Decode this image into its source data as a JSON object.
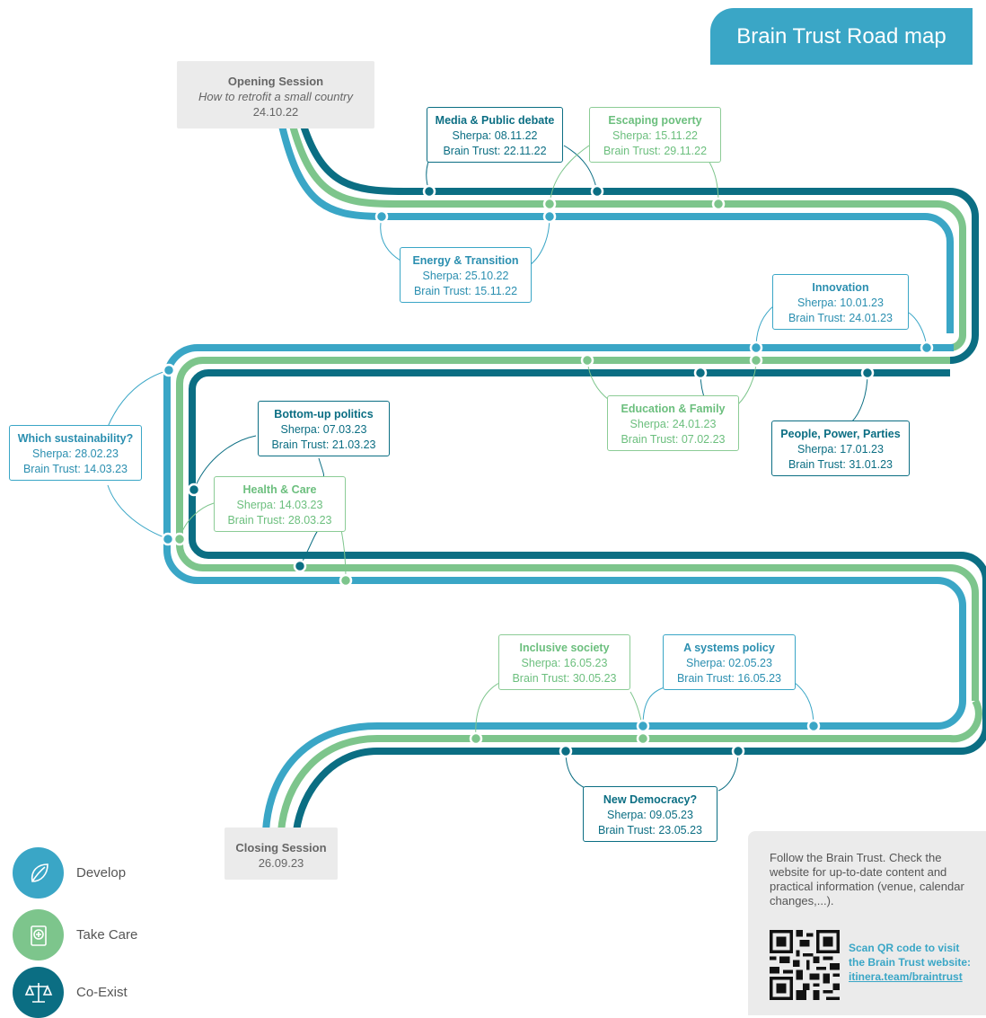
{
  "title": "Brain Trust Road map",
  "opening": {
    "title": "Opening Session",
    "subtitle": "How to retrofit a small country",
    "date": "24.10.22"
  },
  "closing": {
    "title": "Closing Session",
    "date": "26.09.23"
  },
  "sessions": {
    "media": {
      "title": "Media & Public debate",
      "sherpa": "Sherpa: 08.11.22",
      "brain": "Brain Trust: 22.11.22"
    },
    "poverty": {
      "title": "Escaping poverty",
      "sherpa": "Sherpa: 15.11.22",
      "brain": "Brain Trust: 29.11.22"
    },
    "energy": {
      "title": "Energy & Transition",
      "sherpa": "Sherpa: 25.10.22",
      "brain": "Brain Trust: 15.11.22"
    },
    "innovation": {
      "title": "Innovation",
      "sherpa": "Sherpa: 10.01.23",
      "brain": "Brain Trust: 24.01.23"
    },
    "education": {
      "title": "Education & Family",
      "sherpa": "Sherpa: 24.01.23",
      "brain": "Brain Trust: 07.02.23"
    },
    "people": {
      "title": "People, Power, Parties",
      "sherpa": "Sherpa: 17.01.23",
      "brain": "Brain Trust: 31.01.23"
    },
    "sustainability": {
      "title": "Which sustainability?",
      "sherpa": "Sherpa: 28.02.23",
      "brain": "Brain Trust: 14.03.23"
    },
    "bottomup": {
      "title": "Bottom-up politics",
      "sherpa": "Sherpa: 07.03.23",
      "brain": "Brain Trust: 21.03.23"
    },
    "health": {
      "title": "Health & Care",
      "sherpa": "Sherpa: 14.03.23",
      "brain": "Brain Trust: 28.03.23"
    },
    "inclusive": {
      "title": "Inclusive society",
      "sherpa": "Sherpa: 16.05.23",
      "brain": "Brain Trust: 30.05.23"
    },
    "systems": {
      "title": "A systems policy",
      "sherpa": "Sherpa: 02.05.23",
      "brain": "Brain Trust: 16.05.23"
    },
    "democracy": {
      "title": "New Democracy?",
      "sherpa": "Sherpa: 09.05.23",
      "brain": "Brain Trust: 23.05.23"
    }
  },
  "legend": [
    {
      "label": "Develop",
      "icon": "leaf-icon",
      "color": "#3aa6c6"
    },
    {
      "label": "Take Care",
      "icon": "health-book-icon",
      "color": "#7dc58c"
    },
    {
      "label": "Co-Exist",
      "icon": "scales-icon",
      "color": "#0b6e83"
    }
  ],
  "colors": {
    "develop": "#3aa6c6",
    "take_care": "#7dc58c",
    "co_exist": "#0b6e83"
  },
  "info": {
    "text": "Follow the Brain Trust. Check the website for up-to-date content and practical information (venue, calendar changes,...).",
    "qr_text": "Scan QR code to visit the Brain Trust website:",
    "link": "itinera.team/braintrust"
  }
}
